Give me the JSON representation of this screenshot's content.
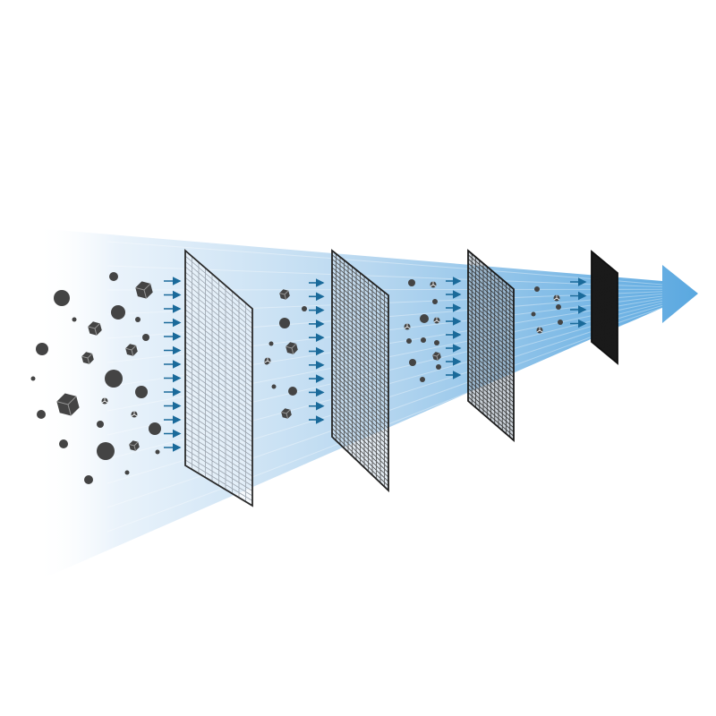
{
  "diagram": {
    "stages": [
      {
        "name": "filter-stage-1",
        "mesh_color": "#9aa3ad",
        "frame_color": "#2a2a2a"
      },
      {
        "name": "filter-stage-2",
        "mesh_color": "#4a4a4a",
        "frame_color": "#222222"
      },
      {
        "name": "filter-stage-3",
        "mesh_color": "#333333",
        "frame_color": "#1a1a1a"
      },
      {
        "name": "filter-stage-4",
        "mesh_color": "#1a1a1a",
        "frame_color": "#111111"
      }
    ],
    "colors": {
      "airflow": "#5aa8e0",
      "airflow_light": "#e6f1fa",
      "arrow": "#1a6a9a",
      "particle": "#444444"
    }
  }
}
